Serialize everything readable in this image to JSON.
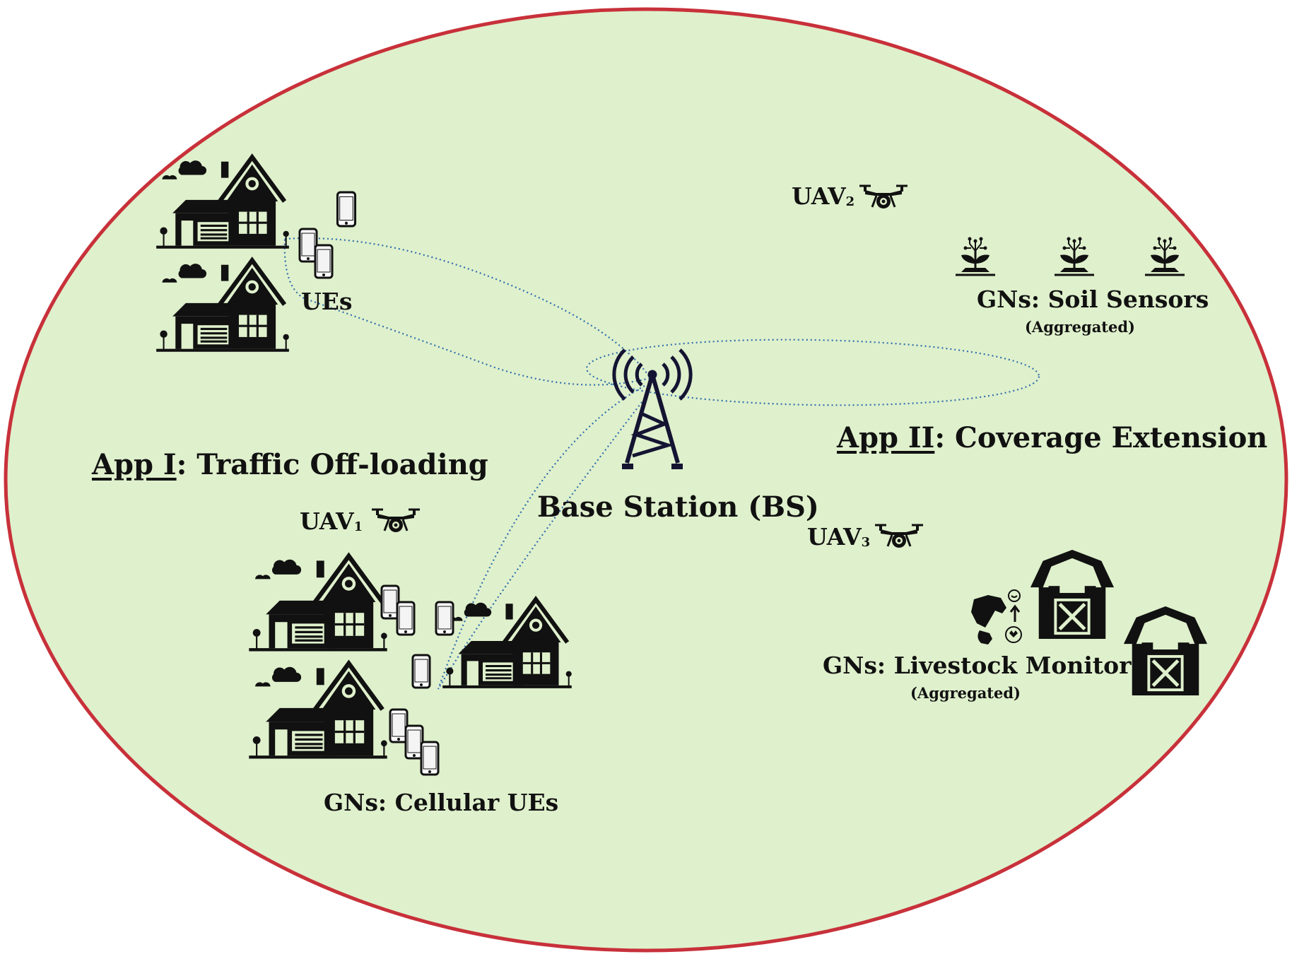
{
  "app1": {
    "prefix": "App I",
    "suffix": ": Traffic Off-loading"
  },
  "app2": {
    "prefix": "App II",
    "suffix": ": Coverage Extension"
  },
  "bs_label": "Base Station (BS)",
  "ues_label": "UEs",
  "uav1": {
    "base": "UAV",
    "sub": "1"
  },
  "uav2": {
    "base": "UAV",
    "sub": "2"
  },
  "uav3": {
    "base": "UAV",
    "sub": "3"
  },
  "gn_cellular": "GNs: Cellular UEs",
  "gn_soil": "GNs: Soil Sensors",
  "gn_soil_note": "(Aggregated)",
  "gn_livestock": "GNs: Livestock Monitors",
  "gn_livestock_note": "(Aggregated)",
  "colors": {
    "background": "#dff0cc",
    "border": "#c8313a",
    "link": "#2f6fae",
    "icon": "#111111"
  }
}
